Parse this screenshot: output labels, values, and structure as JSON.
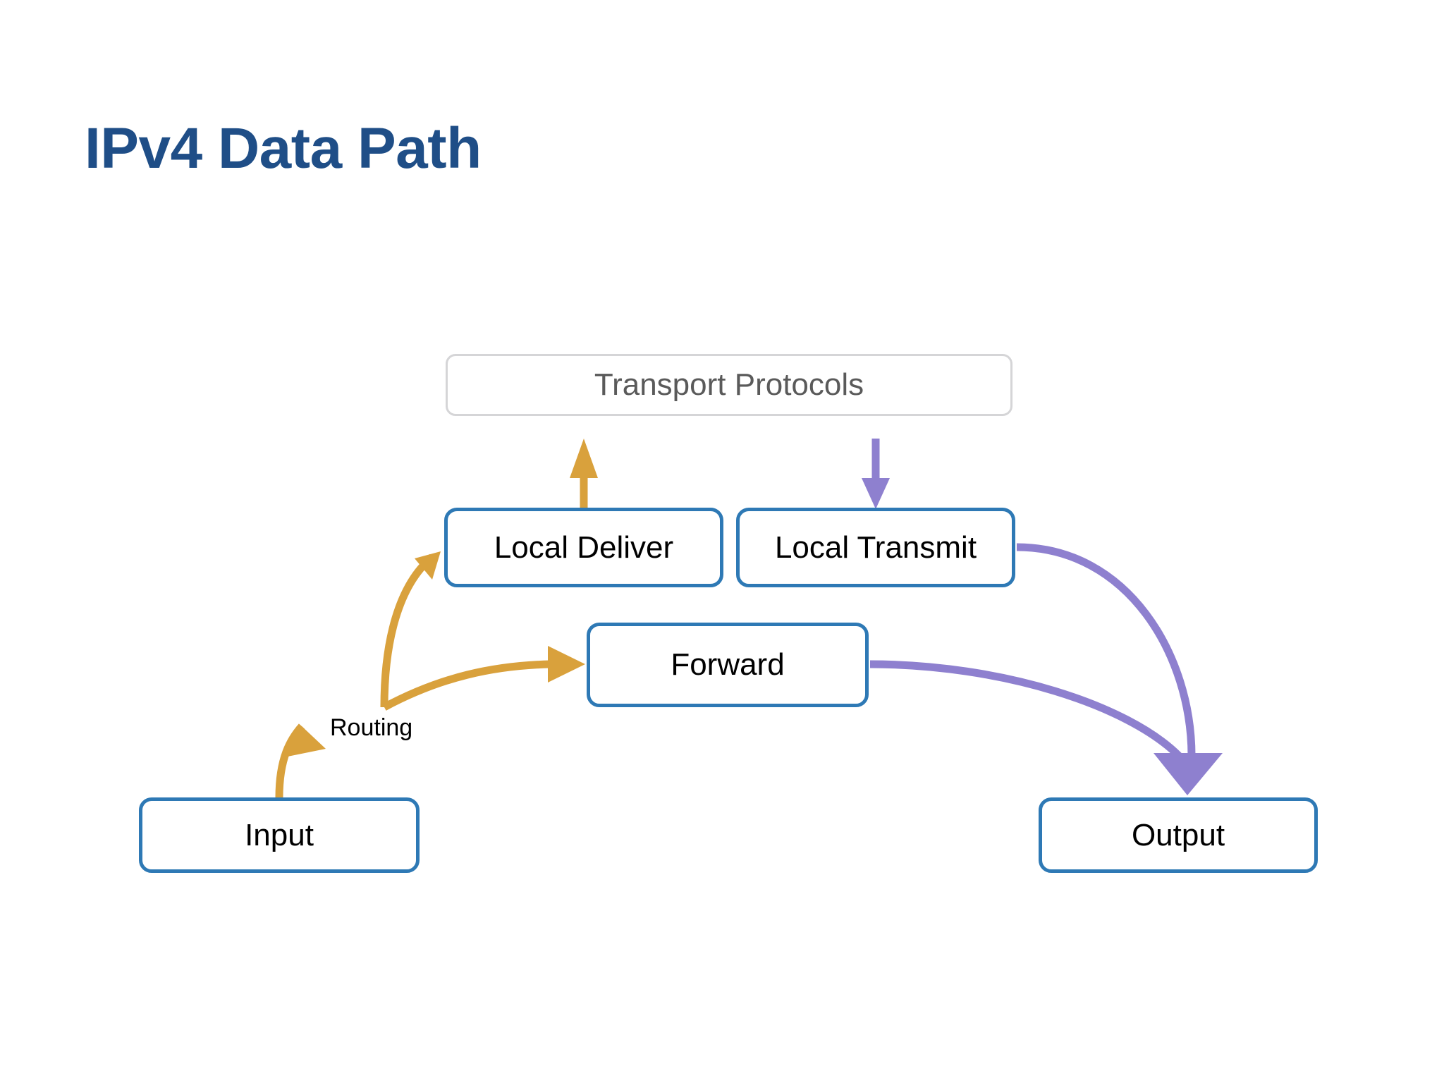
{
  "slide": {
    "title": "IPv4 Data Path",
    "background_color": "#FFFFFF",
    "title_color": "#1F4E87"
  },
  "colors": {
    "node_border_blue": "#2E79B5",
    "node_border_gray": "#D5D5D7",
    "node_text_black": "#000000",
    "node_text_gray": "#5A5A5A",
    "arrow_gold": "#D9A13C",
    "arrow_purple": "#8E80CF"
  },
  "nodes": [
    {
      "id": "transport-protocols",
      "label": "Transport Protocols",
      "style": "gray"
    },
    {
      "id": "local-deliver",
      "label": "Local Deliver",
      "style": "blue"
    },
    {
      "id": "local-transmit",
      "label": "Local Transmit",
      "style": "blue"
    },
    {
      "id": "forward",
      "label": "Forward",
      "style": "blue"
    },
    {
      "id": "input",
      "label": "Input",
      "style": "blue"
    },
    {
      "id": "output",
      "label": "Output",
      "style": "blue"
    }
  ],
  "edge_labels": {
    "routing": "Routing"
  },
  "edges": [
    {
      "id": "input-to-routing",
      "from": "Input",
      "to": "Routing",
      "color": "#D9A13C"
    },
    {
      "id": "routing-to-local-deliver",
      "from": "Routing",
      "to": "Local Deliver",
      "color": "#D9A13C"
    },
    {
      "id": "routing-to-forward",
      "from": "Routing",
      "to": "Forward",
      "color": "#D9A13C"
    },
    {
      "id": "local-deliver-to-transport",
      "from": "Local Deliver",
      "to": "Transport Protocols",
      "color": "#D9A13C"
    },
    {
      "id": "transport-to-local-transmit",
      "from": "Transport Protocols",
      "to": "Local Transmit",
      "color": "#8E80CF"
    },
    {
      "id": "local-transmit-to-output",
      "from": "Local Transmit",
      "to": "Output",
      "color": "#8E80CF"
    },
    {
      "id": "forward-to-output",
      "from": "Forward",
      "to": "Output",
      "color": "#8E80CF"
    }
  ]
}
